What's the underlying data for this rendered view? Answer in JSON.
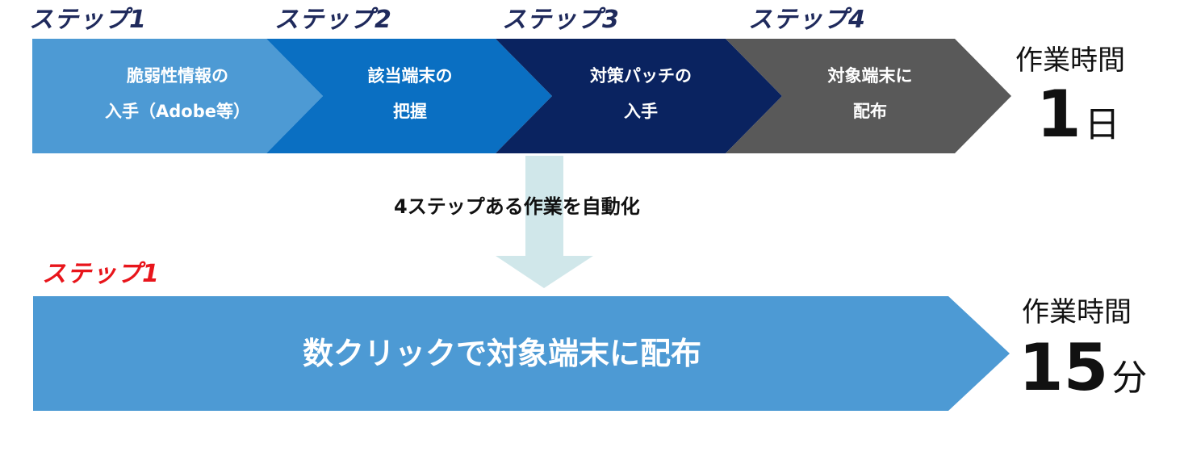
{
  "colors": {
    "step1_fill": "#4d9ad4",
    "step2_fill": "#0a6fc2",
    "step3_fill": "#0a2360",
    "step4_fill": "#595959",
    "down_arrow": "#d0e7ea",
    "bottom_fill": "#4d9ad4",
    "red_label": "#e8151b",
    "navy_label": "#1f2a5c"
  },
  "before": {
    "steps": [
      {
        "label": "ステップ1",
        "line1": "脆弱性情報の",
        "line2": "入手（Adobe等）"
      },
      {
        "label": "ステップ2",
        "line1": "該当端末の",
        "line2": "把握"
      },
      {
        "label": "ステップ3",
        "line1": "対策パッチの",
        "line2": "入手"
      },
      {
        "label": "ステップ4",
        "line1": "対象端末に",
        "line2": "配布"
      }
    ],
    "time_label": "作業時間",
    "time_value": "1",
    "time_unit": "日"
  },
  "transition": {
    "caption": "4ステップある作業を自動化"
  },
  "after": {
    "step_label": "ステップ1",
    "text": "数クリックで対象端末に配布",
    "time_label": "作業時間",
    "time_value": "15",
    "time_unit": "分"
  }
}
